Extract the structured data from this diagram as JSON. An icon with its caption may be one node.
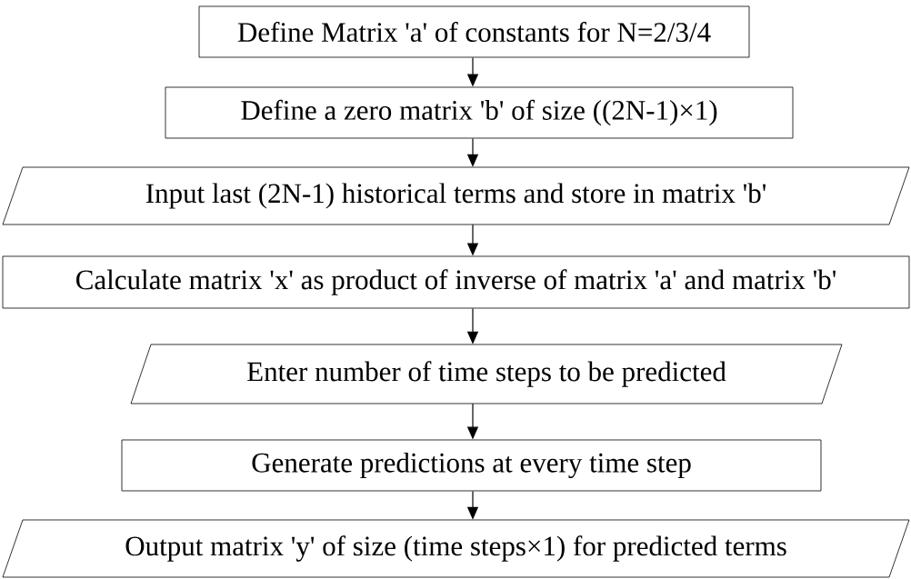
{
  "diagram": {
    "nodes": [
      {
        "text": [
          "Define Matrix 'a' of constants for N=2/3/4"
        ]
      },
      {
        "text": [
          "Define a zero matrix 'b' of size ((2N-1)×1)"
        ]
      },
      {
        "text": [
          "Input last (2N-1) historical terms and store in matrix 'b'"
        ]
      },
      {
        "text": [
          "Calculate matrix 'x' as product of inverse of matrix 'a' and matrix 'b'"
        ]
      },
      {
        "text": [
          "Enter number of time steps to be predicted"
        ]
      },
      {
        "text": [
          "Generate predictions at every time step"
        ]
      },
      {
        "text": [
          "Output matrix 'y' of size (time steps×1) for predicted terms"
        ]
      }
    ],
    "edges": [
      {
        "from": 0,
        "to": 1,
        "arrow": "to"
      },
      {
        "from": 1,
        "to": 2,
        "arrow": "to"
      },
      {
        "from": 2,
        "to": 3,
        "arrow": "to"
      },
      {
        "from": 3,
        "to": 4,
        "arrow": "to"
      },
      {
        "from": 4,
        "to": 5,
        "arrow": "to"
      },
      {
        "from": 5,
        "to": 6,
        "arrow": "to"
      }
    ]
  }
}
